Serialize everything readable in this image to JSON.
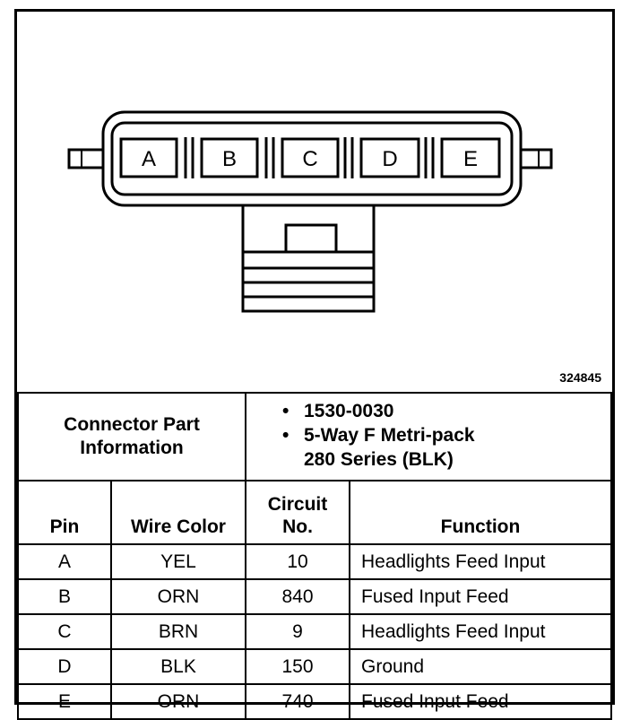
{
  "figure_number": "324845",
  "connector": {
    "cavities": [
      "A",
      "B",
      "C",
      "D",
      "E"
    ]
  },
  "connector_info": {
    "label_line1": "Connector Part",
    "label_line2": "Information",
    "part_number": "1530-0030",
    "description_line1": "5-Way F Metri-pack",
    "description_line2": "280 Series (BLK)",
    "bullet": "•"
  },
  "table": {
    "headers": {
      "pin": "Pin",
      "wire_color": "Wire Color",
      "circuit_line1": "Circuit",
      "circuit_line2": "No.",
      "function": "Function"
    },
    "rows": [
      {
        "pin": "A",
        "wire_color": "YEL",
        "circuit": "10",
        "function": "Headlights Feed Input"
      },
      {
        "pin": "B",
        "wire_color": "ORN",
        "circuit": "840",
        "function": "Fused Input Feed"
      },
      {
        "pin": "C",
        "wire_color": "BRN",
        "circuit": "9",
        "function": "Headlights Feed Input"
      },
      {
        "pin": "D",
        "wire_color": "BLK",
        "circuit": "150",
        "function": "Ground"
      },
      {
        "pin": "E",
        "wire_color": "ORN",
        "circuit": "740",
        "function": "Fused Input Feed"
      }
    ]
  }
}
